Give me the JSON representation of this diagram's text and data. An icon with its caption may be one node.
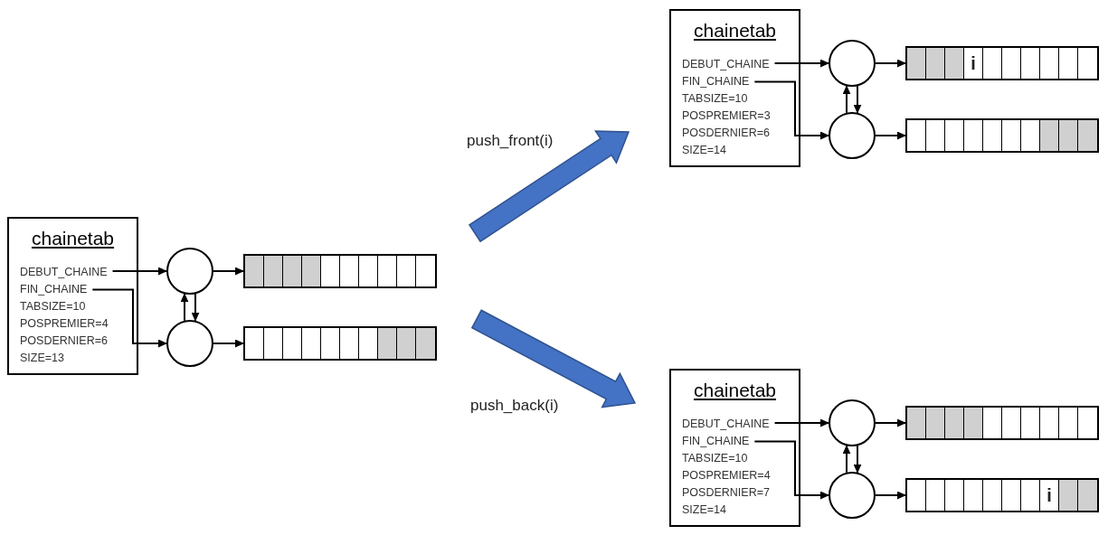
{
  "diagram": {
    "nodes": [
      {
        "text": [
          "chainetab",
          "TABSIZE=10",
          "POSPREMIER=4",
          "POSDERNIER=6",
          "SIZE=13"
        ]
      },
      {
        "text": [
          "DEBUT_CHAINE"
        ],
        "in": 0
      },
      {
        "text": [
          "FIN_CHAINE"
        ],
        "in": 0
      },
      {
        "text": [],
        "shape": "circle"
      },
      {
        "text": [],
        "shape": "circle"
      },
      {
        "text": [],
        "shape": "box"
      },
      {
        "text": [],
        "shape": "box",
        "in": 5
      },
      {
        "text": [],
        "shape": "box",
        "in": 5
      },
      {
        "text": [],
        "shape": "box",
        "in": 5
      },
      {
        "text": [],
        "shape": "box",
        "in": 5
      },
      {
        "text": [],
        "shape": "box",
        "in": 5
      },
      {
        "text": [],
        "shape": "box",
        "in": 5
      },
      {
        "text": [],
        "shape": "box",
        "in": 5
      },
      {
        "text": [],
        "shape": "box",
        "in": 5
      },
      {
        "text": [],
        "shape": "box",
        "in": 5
      },
      {
        "text": [],
        "shape": "box",
        "in": 5
      },
      {
        "text": [],
        "shape": "box"
      },
      {
        "text": [],
        "shape": "box",
        "in": 16
      },
      {
        "text": [],
        "shape": "box",
        "in": 16
      },
      {
        "text": [],
        "shape": "box",
        "in": 16
      },
      {
        "text": [],
        "shape": "box",
        "in": 16
      },
      {
        "text": [],
        "shape": "box",
        "in": 16
      },
      {
        "text": [],
        "shape": "box",
        "in": 16
      },
      {
        "text": [],
        "shape": "box",
        "in": 16
      },
      {
        "text": [],
        "shape": "box",
        "in": 16
      },
      {
        "text": [],
        "shape": "box",
        "in": 16
      },
      {
        "text": [],
        "shape": "box",
        "in": 16
      },
      {
        "text": [
          "chainetab",
          "TABSIZE=10",
          "POSPREMIER=3",
          "POSDERNIER=6",
          "SIZE=14"
        ]
      },
      {
        "text": [
          "DEBUT_CHAINE"
        ],
        "in": 27
      },
      {
        "text": [
          "FIN_CHAINE"
        ],
        "in": 27
      },
      {
        "text": [],
        "shape": "circle"
      },
      {
        "text": [],
        "shape": "circle"
      },
      {
        "text": [],
        "shape": "box"
      },
      {
        "text": [],
        "shape": "box",
        "in": 32
      },
      {
        "text": [],
        "shape": "box",
        "in": 32
      },
      {
        "text": [],
        "shape": "box",
        "in": 32
      },
      {
        "text": [
          "i"
        ],
        "in": 32
      },
      {
        "text": [],
        "shape": "box",
        "in": 32
      },
      {
        "text": [],
        "shape": "box",
        "in": 32
      },
      {
        "text": [],
        "shape": "box",
        "in": 32
      },
      {
        "text": [],
        "shape": "box",
        "in": 32
      },
      {
        "text": [],
        "shape": "box",
        "in": 32
      },
      {
        "text": [],
        "shape": "box",
        "in": 32
      },
      {
        "text": [],
        "shape": "box"
      },
      {
        "text": [],
        "shape": "box",
        "in": 43
      },
      {
        "text": [],
        "shape": "box",
        "in": 43
      },
      {
        "text": [],
        "shape": "box",
        "in": 43
      },
      {
        "text": [],
        "shape": "box",
        "in": 43
      },
      {
        "text": [],
        "shape": "box",
        "in": 43
      },
      {
        "text": [],
        "shape": "box",
        "in": 43
      },
      {
        "text": [],
        "shape": "box",
        "in": 43
      },
      {
        "text": [],
        "shape": "box",
        "in": 43
      },
      {
        "text": [],
        "shape": "box",
        "in": 43
      },
      {
        "text": [],
        "shape": "box",
        "in": 43
      },
      {
        "text": [
          "chainetab",
          "TABSIZE=10",
          "POSPREMIER=4",
          "POSDERNIER=7",
          "SIZE=14"
        ]
      },
      {
        "text": [
          "DEBUT_CHAINE"
        ],
        "in": 54
      },
      {
        "text": [
          "FIN_CHAINE"
        ],
        "in": 54
      },
      {
        "text": [],
        "shape": "circle"
      },
      {
        "text": [],
        "shape": "circle"
      },
      {
        "text": [],
        "shape": "box"
      },
      {
        "text": [],
        "shape": "box",
        "in": 59
      },
      {
        "text": [],
        "shape": "box",
        "in": 59
      },
      {
        "text": [],
        "shape": "box",
        "in": 59
      },
      {
        "text": [],
        "shape": "box",
        "in": 59
      },
      {
        "text": [],
        "shape": "box",
        "in": 59
      },
      {
        "text": [],
        "shape": "box",
        "in": 59
      },
      {
        "text": [],
        "shape": "box",
        "in": 59
      },
      {
        "text": [],
        "shape": "box",
        "in": 59
      },
      {
        "text": [],
        "shape": "box",
        "in": 59
      },
      {
        "text": [],
        "shape": "box",
        "in": 59
      },
      {
        "text": [],
        "shape": "box"
      },
      {
        "text": [],
        "shape": "box",
        "in": 70
      },
      {
        "text": [],
        "shape": "box",
        "in": 70
      },
      {
        "text": [],
        "shape": "box",
        "in": 70
      },
      {
        "text": [],
        "shape": "box",
        "in": 70
      },
      {
        "text": [],
        "shape": "box",
        "in": 70
      },
      {
        "text": [],
        "shape": "box",
        "in": 70
      },
      {
        "text": [],
        "shape": "box",
        "in": 70
      },
      {
        "text": [
          "i"
        ],
        "in": 70
      },
      {
        "text": [],
        "shape": "box",
        "in": 70
      },
      {
        "text": [],
        "shape": "box",
        "in": 70
      }
    ],
    "edges": [
      {
        "from": 1,
        "to": 3,
        "arrow": "to"
      },
      {
        "from": 3,
        "to": 5,
        "arrow": "to"
      },
      {
        "from": 2,
        "to": 4,
        "arrow": "to"
      },
      {
        "from": 4,
        "to": 3,
        "arrow": "to"
      },
      {
        "from": 3,
        "to": 4,
        "arrow": "to"
      },
      {
        "from": 4,
        "to": 16,
        "arrow": "to"
      },
      {
        "from": 28,
        "to": 30,
        "arrow": "to"
      },
      {
        "from": 30,
        "to": 32,
        "arrow": "to"
      },
      {
        "from": 29,
        "to": 31,
        "arrow": "to"
      },
      {
        "from": 31,
        "to": 30,
        "arrow": "to"
      },
      {
        "from": 30,
        "to": 31,
        "arrow": "to"
      },
      {
        "from": 31,
        "to": 43,
        "arrow": "to"
      },
      {
        "from": 55,
        "to": 57,
        "arrow": "to"
      },
      {
        "from": 57,
        "to": 59,
        "arrow": "to"
      },
      {
        "from": 56,
        "to": 58,
        "arrow": "to"
      },
      {
        "from": 58,
        "to": 57,
        "arrow": "to"
      },
      {
        "from": 57,
        "to": 58,
        "arrow": "to"
      },
      {
        "from": 58,
        "to": 70,
        "arrow": "to"
      }
    ],
    "labels": [
      "push_front(i)",
      "push_back(i)"
    ]
  }
}
